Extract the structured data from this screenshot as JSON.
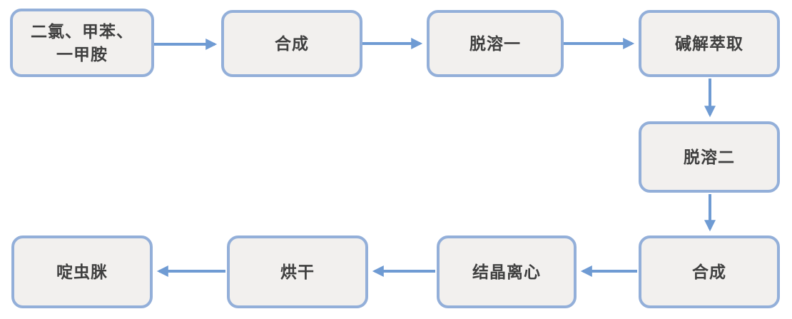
{
  "flowchart": {
    "description": "Acetamiprid production process flow diagram",
    "colors": {
      "box_fill": "#f2f0ee",
      "box_border": "#93afd9",
      "arrow": "#6f9bd3",
      "text": "#3f3f3f",
      "background": "#ffffff"
    },
    "nodes": [
      {
        "id": "raw-materials",
        "label": "二氯、甲苯、\n一甲胺"
      },
      {
        "id": "synthesis-1",
        "label": "合成"
      },
      {
        "id": "desolvation-1",
        "label": "脱溶一"
      },
      {
        "id": "alkaline-extraction",
        "label": "碱解萃取"
      },
      {
        "id": "desolvation-2",
        "label": "脱溶二"
      },
      {
        "id": "synthesis-2",
        "label": "合成"
      },
      {
        "id": "crystallization-centrifugation",
        "label": "结晶离心"
      },
      {
        "id": "drying",
        "label": "烘干"
      },
      {
        "id": "acetamiprid",
        "label": "啶虫脒"
      }
    ],
    "edges": [
      {
        "from": "raw-materials",
        "to": "synthesis-1",
        "direction": "right"
      },
      {
        "from": "synthesis-1",
        "to": "desolvation-1",
        "direction": "right"
      },
      {
        "from": "desolvation-1",
        "to": "alkaline-extraction",
        "direction": "right"
      },
      {
        "from": "alkaline-extraction",
        "to": "desolvation-2",
        "direction": "down"
      },
      {
        "from": "desolvation-2",
        "to": "synthesis-2",
        "direction": "down"
      },
      {
        "from": "synthesis-2",
        "to": "crystallization-centrifugation",
        "direction": "left"
      },
      {
        "from": "crystallization-centrifugation",
        "to": "drying",
        "direction": "left"
      },
      {
        "from": "drying",
        "to": "acetamiprid",
        "direction": "left"
      }
    ]
  }
}
